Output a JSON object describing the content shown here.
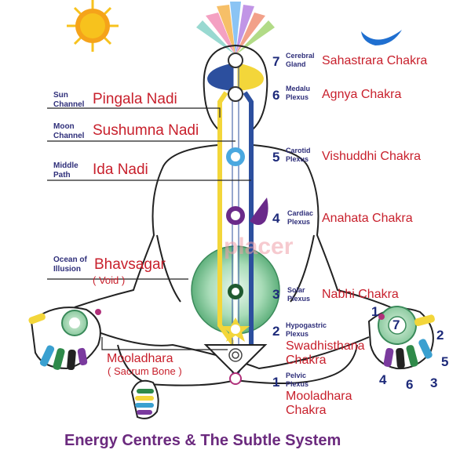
{
  "title": "Energy Centres & The Subtle System",
  "watermark": "placer",
  "nadis": [
    {
      "channel": "Sun Channel",
      "name": "Pingala Nadi"
    },
    {
      "channel": "Moon Channel",
      "name": "Sushumna Nadi"
    },
    {
      "channel": "Middle Path",
      "name": "Ida Nadi"
    },
    {
      "channel": "Ocean of Illusion",
      "name": "Bhavsagar",
      "sub": "( Void )"
    },
    {
      "name": "Mooladhara",
      "sub": "( Sacrum Bone )"
    }
  ],
  "chakras": [
    {
      "num": "7",
      "plexus": "Cerebral Gland",
      "name": "Sahastrara Chakra"
    },
    {
      "num": "6",
      "plexus": "Medalu Plexus",
      "name": "Agnya Chakra"
    },
    {
      "num": "5",
      "plexus": "Carotid Plexus",
      "name": "Vishuddhi Chakra"
    },
    {
      "num": "4",
      "plexus": "Cardiac Plexus",
      "name": "Anahata Chakra"
    },
    {
      "num": "3",
      "plexus": "Solar Plexus",
      "name": "Nabhi Chakra"
    },
    {
      "num": "2",
      "plexus": "Hypogastric Plexus",
      "name": "Swadhisthana Chakra"
    },
    {
      "num": "1",
      "plexus": "Pelvic Plexus",
      "name": "Mooladhara Chakra"
    }
  ],
  "hand_numbers": {
    "center": "7",
    "fingers": [
      "1",
      "2",
      "5",
      "3",
      "6",
      "4"
    ]
  },
  "colors": {
    "label_red": "#c8202c",
    "plexus_blue": "#2f2f7a",
    "title_purple": "#6b2a7e",
    "pingala_yellow": "#f3d63a",
    "ida_blue": "#2c4f9e",
    "void_green": "#7cc49a"
  }
}
